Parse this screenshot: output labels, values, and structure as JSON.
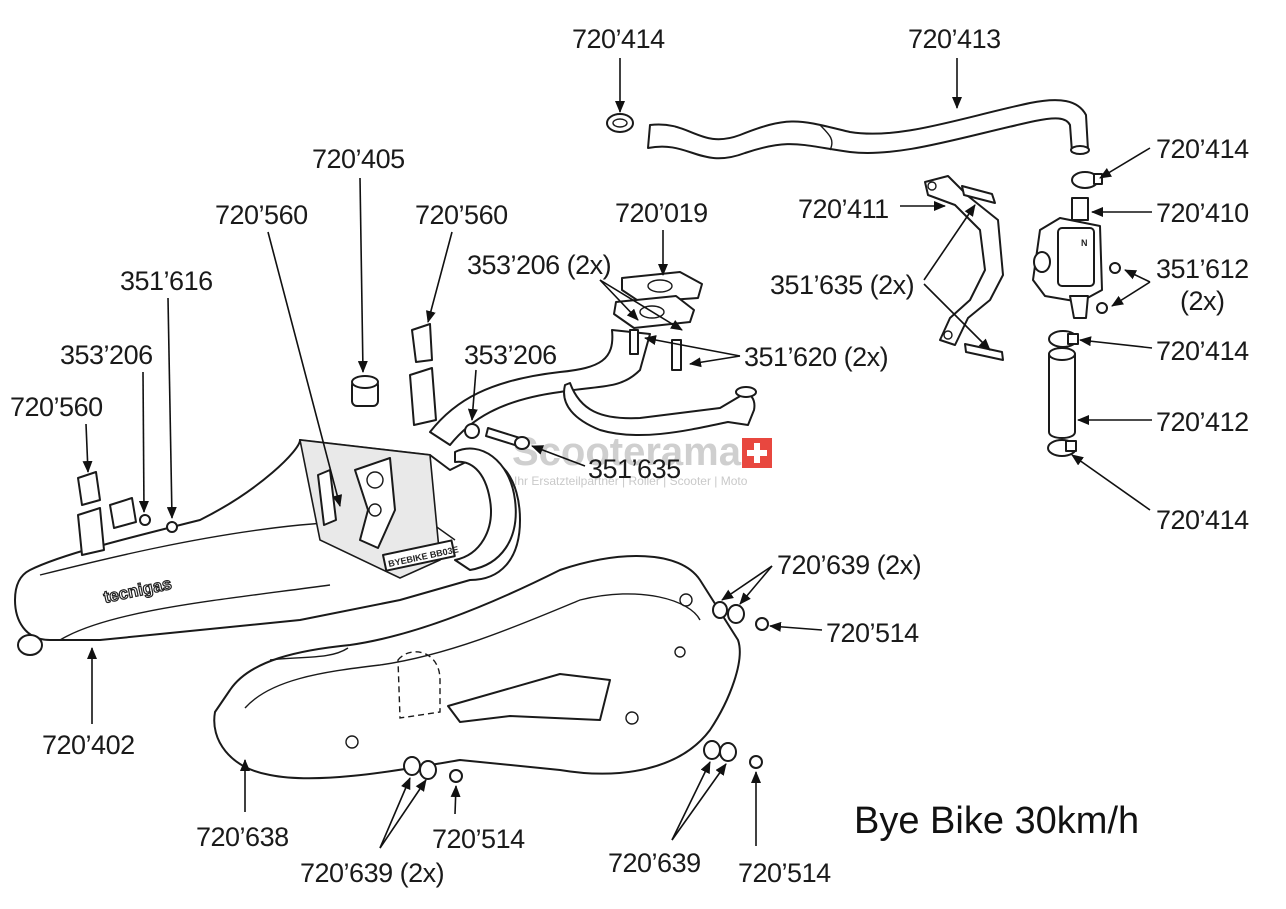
{
  "title": "Bye Bike 30km/h",
  "watermark": {
    "brand": "Scooterama",
    "tagline": "Ihr Ersatzteilpartner | Roller | Scooter | Moto",
    "accent_color": "#e8473f"
  },
  "product_marks": {
    "muffler_brand": "tecnigas",
    "muffler_plate": "BYEBIKE BB03E",
    "clamp_letter": "N"
  },
  "callouts": [
    {
      "id": "c1",
      "text": "720’414"
    },
    {
      "id": "c2",
      "text": "720’413"
    },
    {
      "id": "c3",
      "text": "720’414"
    },
    {
      "id": "c4",
      "text": "720’410"
    },
    {
      "id": "c5",
      "text": "720’411"
    },
    {
      "id": "c6",
      "text": "351’635 (2x)"
    },
    {
      "id": "c7",
      "text": "351’612"
    },
    {
      "id": "c7b",
      "text": "(2x)"
    },
    {
      "id": "c8",
      "text": "720’414"
    },
    {
      "id": "c9",
      "text": "720’412"
    },
    {
      "id": "c10",
      "text": "720’414"
    },
    {
      "id": "c11",
      "text": "720’019"
    },
    {
      "id": "c12",
      "text": "353’206 (2x)"
    },
    {
      "id": "c13",
      "text": "351’620 (2x)"
    },
    {
      "id": "c14",
      "text": "353’206"
    },
    {
      "id": "c15",
      "text": "351’635"
    },
    {
      "id": "c16",
      "text": "720’405"
    },
    {
      "id": "c17",
      "text": "720’560"
    },
    {
      "id": "c18",
      "text": "720’560"
    },
    {
      "id": "c19",
      "text": "351’616"
    },
    {
      "id": "c20",
      "text": "353’206"
    },
    {
      "id": "c21",
      "text": "720’560"
    },
    {
      "id": "c22",
      "text": "720’402"
    },
    {
      "id": "c23",
      "text": "720’639 (2x)"
    },
    {
      "id": "c24",
      "text": "720’514"
    },
    {
      "id": "c25",
      "text": "720’638"
    },
    {
      "id": "c26",
      "text": "720’639 (2x)"
    },
    {
      "id": "c27",
      "text": "720’514"
    },
    {
      "id": "c28",
      "text": "720’639"
    },
    {
      "id": "c29",
      "text": "720’514"
    }
  ]
}
